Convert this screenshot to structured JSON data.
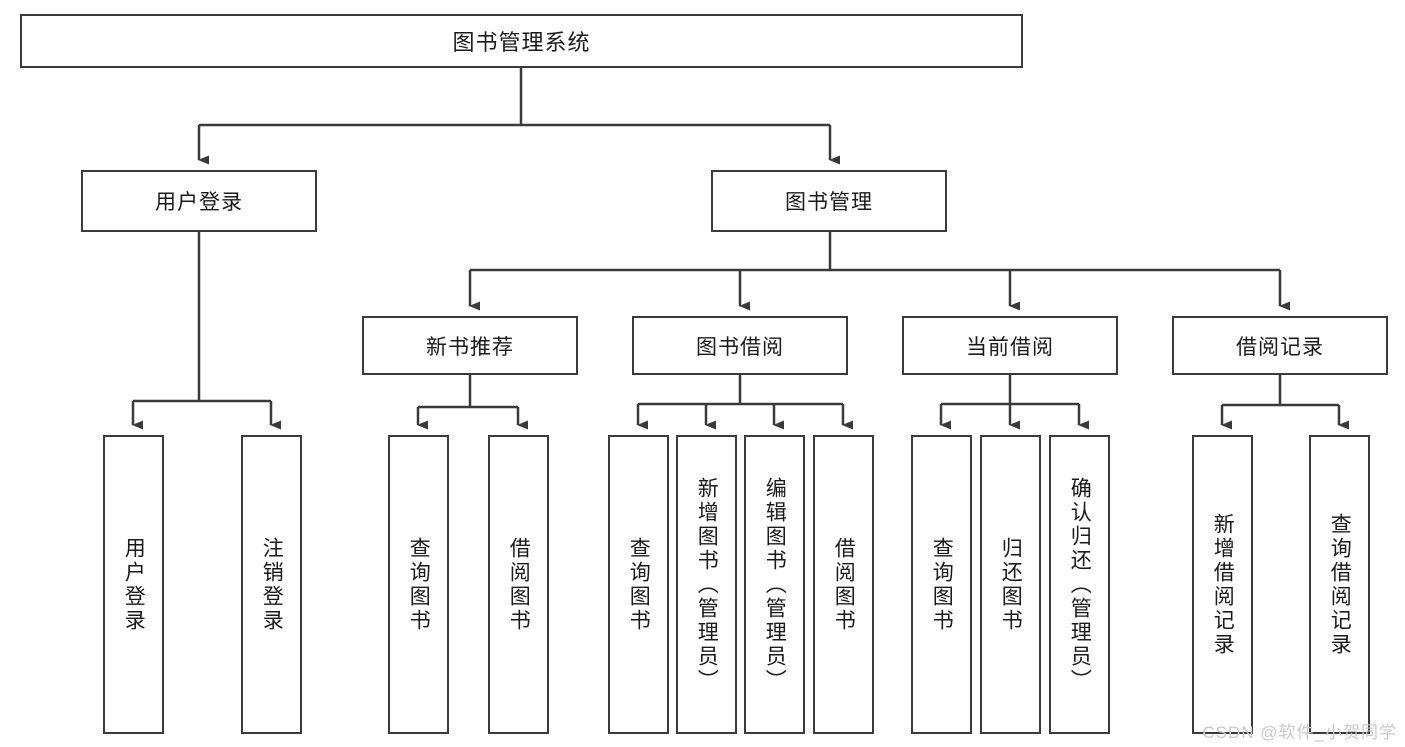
{
  "diagram": {
    "title": "图书管理系统",
    "type": "hierarchy-tree",
    "line_color": "#3a3a3a",
    "box_fill": "#ffffff",
    "text_color": "#1a1a1a"
  },
  "root": {
    "label": "图书管理系统"
  },
  "level2": [
    {
      "label": "用户登录"
    },
    {
      "label": "图书管理"
    }
  ],
  "level3": [
    {
      "label": "新书推荐"
    },
    {
      "label": "图书借阅"
    },
    {
      "label": "当前借阅"
    },
    {
      "label": "借阅记录"
    }
  ],
  "leaves": {
    "user_login": [
      {
        "label": "用户登录"
      },
      {
        "label": "注销登录"
      }
    ],
    "new_book": [
      {
        "label": "查询图书"
      },
      {
        "label": "借阅图书"
      }
    ],
    "borrow_book": [
      {
        "label": "查询图书"
      },
      {
        "label": "新增图书（管理员）"
      },
      {
        "label": "编辑图书（管理员）"
      },
      {
        "label": "借阅图书"
      }
    ],
    "current_borrow": [
      {
        "label": "查询图书"
      },
      {
        "label": "归还图书"
      },
      {
        "label": "确认归还（管理员）"
      }
    ],
    "borrow_record": [
      {
        "label": "新增借阅记录"
      },
      {
        "label": "查询借阅记录"
      }
    ]
  },
  "watermark": {
    "text": "CSDN @软件_小贺同学"
  }
}
